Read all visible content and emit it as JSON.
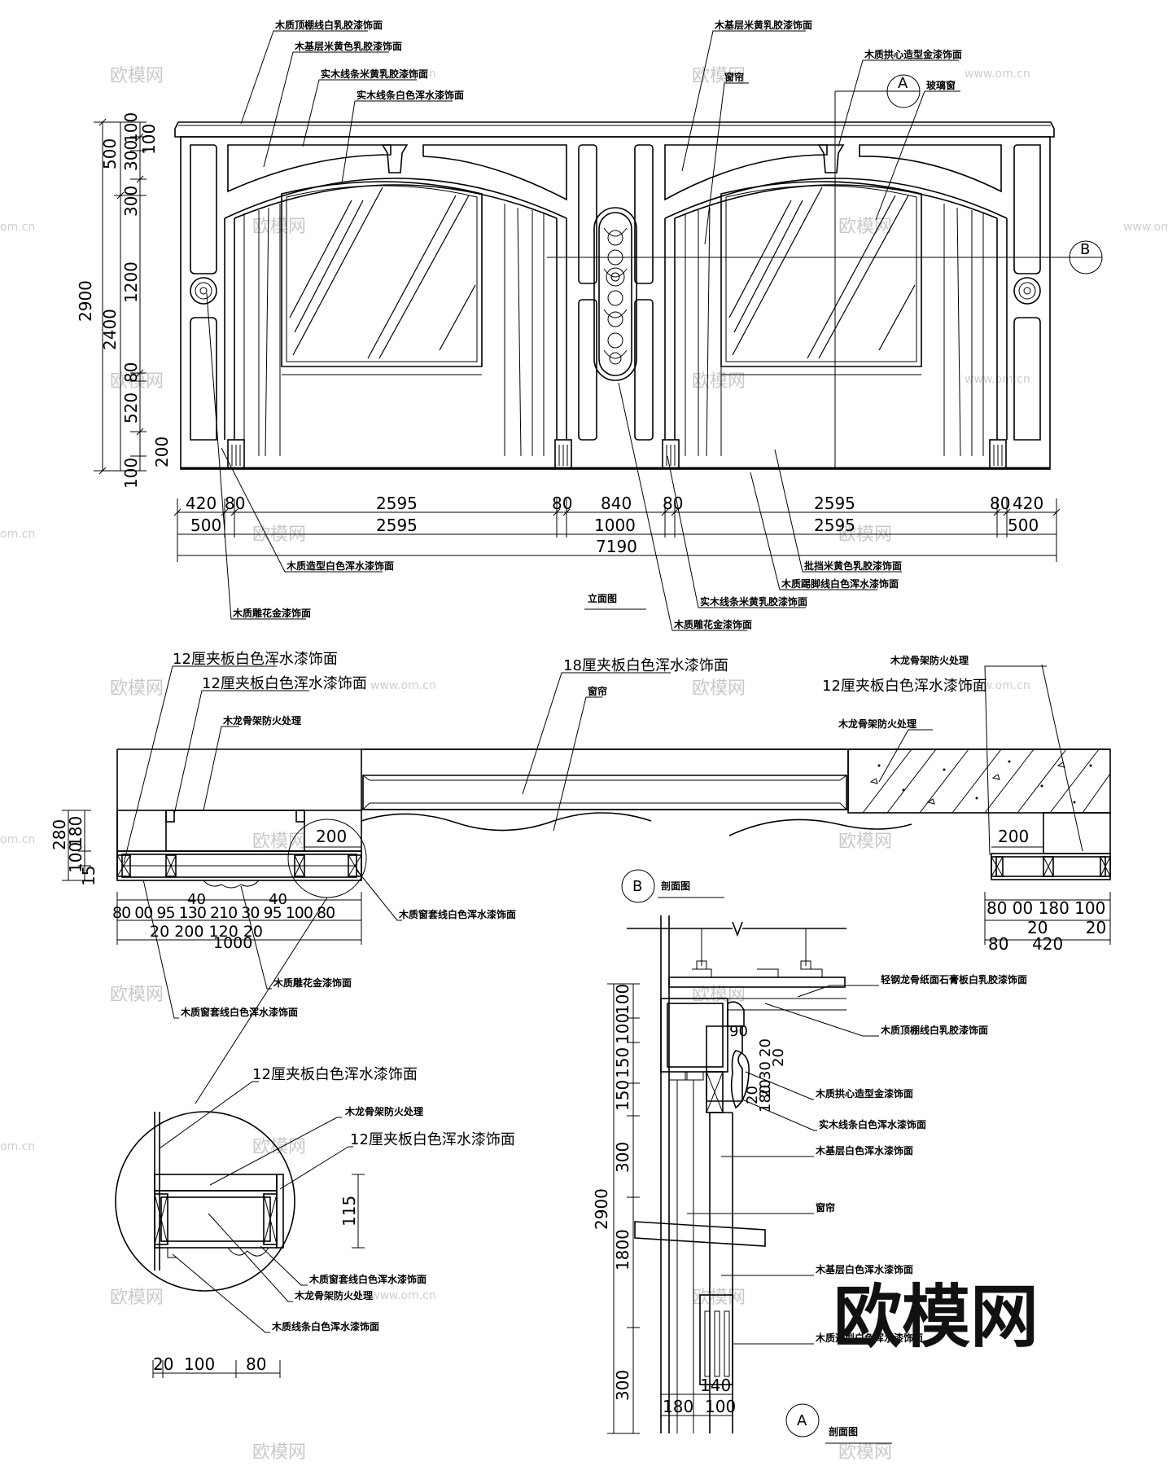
{
  "drawing": {
    "elevation": {
      "title": "立面图",
      "callouts_top": [
        "木质顶棚线白乳胶漆饰面",
        "木基层米黄色乳胶漆饰面",
        "实木线条米黄乳胶漆饰面",
        "实木线条白色浑水漆饰面",
        "木基层米黄乳胶漆饰面",
        "窗帘",
        "木质拱心造型金漆饰面",
        "玻璃窗"
      ],
      "callouts_bottom": [
        "木质造型白色浑水漆饰面",
        "木质雕花金漆饰面",
        "批挡米黄色乳胶漆饰面",
        "木质踢脚线白色浑水漆饰面",
        "实木线条米黄乳胶漆饰面",
        "木质雕花金漆饰面"
      ],
      "section_markers": [
        "A",
        "B"
      ],
      "dims_vertical_total": [
        "2900",
        "2400"
      ],
      "dims_vertical": [
        "500",
        "100",
        "300",
        "100",
        "300",
        "1200",
        "80",
        "520",
        "200",
        "100"
      ],
      "dims_row1": [
        "420",
        "80",
        "2595",
        "80",
        "840",
        "80",
        "2595",
        "80",
        "420"
      ],
      "dims_row2": [
        "500",
        "2595",
        "1000",
        "2595",
        "500"
      ],
      "dims_total": "7190"
    },
    "plan": {
      "callouts": [
        "12厘夹板白色浑水漆饰面",
        "12厘夹板白色浑水漆饰面",
        "木龙骨架防火处理",
        "18厘夹板白色浑水漆饰面",
        "窗帘",
        "木龙骨架防火处理",
        "12厘夹板白色浑水漆饰面",
        "木龙骨架防火处理",
        "木质窗套线白色浑水漆饰面",
        "木质雕花金漆饰面",
        "木质窗套线白色浑水漆饰面"
      ],
      "dims_left_vertical": [
        "280",
        "180",
        "100",
        "15"
      ],
      "dims_left_row1": "80 00 95 130 210 30 95 100 80",
      "dims_left_row1_sup": "40",
      "dims_left_row1_sup2": "40",
      "dims_left_row2": "20 200 120 20",
      "dims_left_total": "1000",
      "dims_200_left": "200",
      "dims_200_right": "200",
      "dims_right_row1": "80 00 180 100",
      "dims_right_row2": "20 20",
      "dims_right_row3": [
        "80",
        "420"
      ]
    },
    "detail": {
      "callouts": [
        "12厘夹板白色浑水漆饰面",
        "木龙骨架防火处理",
        "12厘夹板白色浑水漆饰面",
        "木质窗套线白色浑水漆饰面",
        "木龙骨架防火处理",
        "木质线条白色浑水漆饰面"
      ],
      "dim_vertical": "115",
      "dims_bottom": [
        "20",
        "100",
        "80"
      ]
    },
    "section_b": {
      "marker": "B",
      "title": "剖面图",
      "callouts": [
        "轻钢龙骨纸面石膏板白乳胶漆饰面",
        "木质顶棚线白乳胶漆饰面",
        "木质拱心造型金漆饰面",
        "实木线条白色浑水漆饰面",
        "木基层白色浑水漆饰面",
        "窗帘",
        "木基层白色浑水漆饰面",
        "木质造型白色浑水漆饰面"
      ],
      "dims_vertical": [
        "100",
        "100",
        "150",
        "150",
        "300",
        "1800",
        "300"
      ],
      "dims_vertical_total": "2900",
      "dims_inner": [
        "90",
        "20",
        "20",
        "30",
        "20",
        "180",
        "20"
      ],
      "dims_bottom_row1": "140",
      "dims_bottom_row2": [
        "180",
        "100"
      ]
    },
    "section_a": {
      "marker": "A",
      "title": "剖面图"
    },
    "watermark": {
      "brand": "欧模网",
      "site": "www.om.cn",
      "short": "om.cn"
    }
  }
}
